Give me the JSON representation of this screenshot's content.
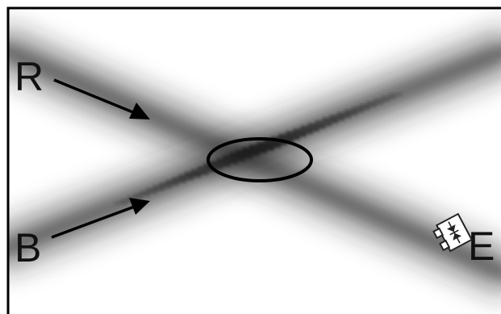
{
  "figure": {
    "labels": {
      "r": "R",
      "b": "B",
      "e": "E"
    },
    "colors": {
      "background": "#ffffff",
      "beam": "#1a1a1a",
      "frame": "#000000",
      "ink": "#111111"
    },
    "icons": {
      "device": "diode-chip-icon"
    }
  }
}
